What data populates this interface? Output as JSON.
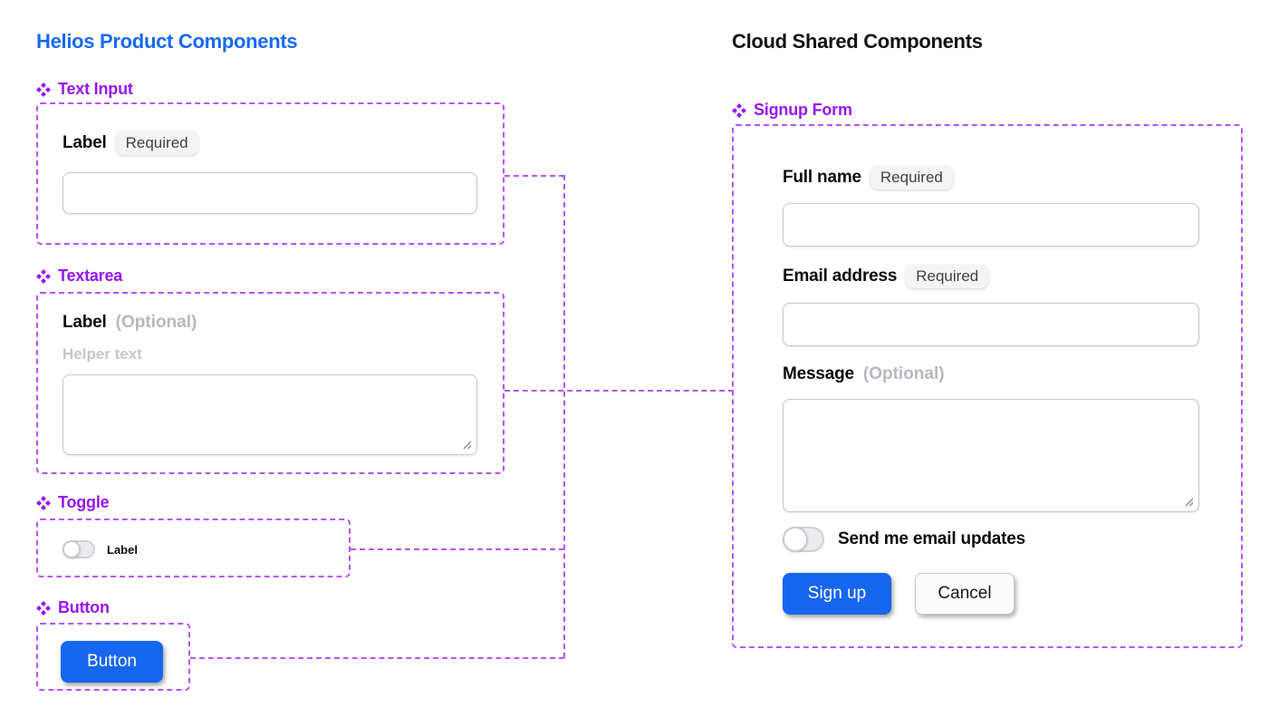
{
  "left_panel": {
    "title": "Helios Product Components",
    "sections": {
      "text_input": {
        "heading": "Text Input",
        "label": "Label",
        "badge": "Required",
        "input_value": ""
      },
      "textarea": {
        "heading": "Textarea",
        "label": "Label",
        "optional": "(Optional)",
        "helper": "Helper text",
        "textarea_value": ""
      },
      "toggle": {
        "heading": "Toggle",
        "label": "Label",
        "state": "off"
      },
      "button": {
        "heading": "Button",
        "button_label": "Button"
      }
    }
  },
  "right_panel": {
    "title": "Cloud Shared Components",
    "section_heading": "Signup Form",
    "form": {
      "full_name": {
        "label": "Full name",
        "badge": "Required",
        "value": ""
      },
      "email": {
        "label": "Email address",
        "badge": "Required",
        "value": ""
      },
      "message": {
        "label": "Message",
        "optional": "(Optional)",
        "value": ""
      },
      "updates_toggle": {
        "label": "Send me email updates",
        "state": "off"
      },
      "submit_label": "Sign up",
      "cancel_label": "Cancel"
    }
  },
  "colors": {
    "heading_blue": "#1669F2",
    "heading_black": "#121212",
    "component_purple": "#9715F3",
    "dash_purple": "#BB53F8",
    "button_blue": "#1766F0",
    "badge_bg": "#F4F4F5",
    "badge_text": "#3F3F46",
    "muted_text": "#B9B6C0"
  },
  "icons": {
    "component": "figma-component-diamonds-icon",
    "resize": "textarea-resize-grip-icon"
  }
}
